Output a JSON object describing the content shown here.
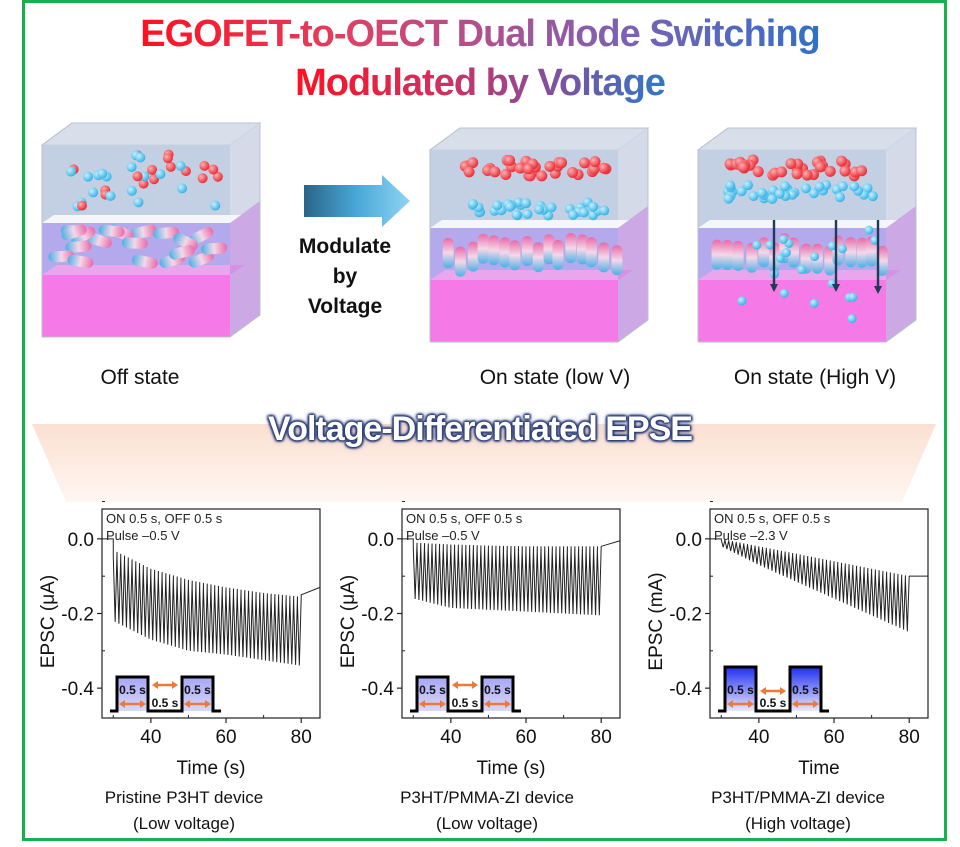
{
  "title": {
    "line1": "EGOFET-to-OECT Dual Mode Switching",
    "line2": "Modulated by Voltage"
  },
  "schematic": {
    "states": [
      {
        "label": "Off state"
      },
      {
        "label": "On state (low V)"
      },
      {
        "label": "On state (High V)"
      }
    ],
    "arrow_text": [
      "Modulate",
      "by",
      "Voltage"
    ],
    "colors": {
      "anion": "#e8303a",
      "cation": "#3ab4e6",
      "electrolyte_top": "#c3cfe2",
      "polymer_layer": "#b3a9ec",
      "substrate": "#f57ae8",
      "arrow_dark": "#2a6488",
      "arrow_light": "#8fd4f2"
    }
  },
  "subtitle": "Voltage-Differentiated EPSE",
  "pulse_inset": {
    "labels": [
      "0.5 s",
      "0.5 s",
      "0.5 s"
    ],
    "colors": {
      "pulse_fill_low": "#a6a6f5",
      "pulse_fill_high": "#1f2ff0",
      "arrow": "#ee7a38"
    }
  },
  "chart_data": [
    {
      "type": "line",
      "title": "",
      "annotation": [
        "ON 0.5 s, OFF 0.5 s",
        "Pulse –0.5 V"
      ],
      "xlabel": "Time (s)",
      "ylabel": "EPSC (μA)",
      "xlim": [
        27,
        85
      ],
      "ylim": [
        -0.48,
        0.08
      ],
      "xticks": [
        40,
        60,
        80
      ],
      "yticks": [
        0.0,
        -0.2,
        -0.4
      ],
      "ytick_labels": [
        "0.0",
        "-0.2",
        "-0.4"
      ],
      "pulse_start": 30,
      "pulse_end": 80,
      "num_pulses": 50,
      "baseline": 0.0,
      "peak_envelope": {
        "x": [
          30,
          40,
          50,
          60,
          70,
          80
        ],
        "y": [
          -0.03,
          -0.08,
          -0.11,
          -0.13,
          -0.145,
          -0.155
        ]
      },
      "trough_envelope": {
        "x": [
          30,
          40,
          50,
          60,
          70,
          80
        ],
        "y": [
          -0.22,
          -0.27,
          -0.3,
          -0.31,
          -0.325,
          -0.34
        ]
      },
      "recovery": {
        "x": [
          80,
          85
        ],
        "y": [
          -0.15,
          -0.13
        ]
      },
      "caption": [
        "Pristine P3HT device",
        "(Low voltage)"
      ]
    },
    {
      "type": "line",
      "title": "",
      "annotation": [
        "ON 0.5 s, OFF 0.5 s",
        "Pulse –0.5 V"
      ],
      "xlabel": "Time (s)",
      "ylabel": "EPSC (μA)",
      "xlim": [
        27,
        85
      ],
      "ylim": [
        -0.48,
        0.08
      ],
      "xticks": [
        40,
        60,
        80
      ],
      "yticks": [
        0.0,
        -0.2,
        -0.4
      ],
      "ytick_labels": [
        "0.0",
        "-0.2",
        "-0.4"
      ],
      "pulse_start": 30,
      "pulse_end": 80,
      "num_pulses": 50,
      "baseline": 0.0,
      "peak_envelope": {
        "x": [
          30,
          40,
          50,
          60,
          70,
          80
        ],
        "y": [
          -0.01,
          -0.015,
          -0.018,
          -0.02,
          -0.02,
          -0.02
        ]
      },
      "trough_envelope": {
        "x": [
          30,
          40,
          50,
          60,
          70,
          80
        ],
        "y": [
          -0.16,
          -0.185,
          -0.19,
          -0.195,
          -0.2,
          -0.205
        ]
      },
      "recovery": {
        "x": [
          80,
          85
        ],
        "y": [
          -0.02,
          -0.005
        ]
      },
      "caption": [
        "P3HT/PMMA-ZI device",
        "(Low voltage)"
      ]
    },
    {
      "type": "line",
      "title": "",
      "annotation": [
        "ON 0.5 s, OFF 0.5 s",
        "Pulse –2.3 V"
      ],
      "xlabel": "Time",
      "ylabel": "EPSC (mA)",
      "xlim": [
        27,
        85
      ],
      "ylim": [
        -0.48,
        0.08
      ],
      "xticks": [
        40,
        60,
        80
      ],
      "yticks": [
        0.0,
        -0.2,
        -0.4
      ],
      "ytick_labels": [
        "0.0",
        "-0.2",
        "-0.4"
      ],
      "pulse_start": 30,
      "pulse_end": 80,
      "num_pulses": 50,
      "baseline": 0.0,
      "peak_envelope": {
        "x": [
          30,
          40,
          50,
          60,
          70,
          80
        ],
        "y": [
          0.0,
          -0.02,
          -0.04,
          -0.06,
          -0.08,
          -0.1
        ]
      },
      "trough_envelope": {
        "x": [
          30,
          40,
          50,
          60,
          70,
          80
        ],
        "y": [
          -0.02,
          -0.07,
          -0.115,
          -0.16,
          -0.205,
          -0.25
        ]
      },
      "recovery": {
        "x": [
          80,
          85
        ],
        "y": [
          -0.1,
          -0.1
        ]
      },
      "caption": [
        "P3HT/PMMA-ZI device",
        "(High voltage)"
      ]
    }
  ]
}
